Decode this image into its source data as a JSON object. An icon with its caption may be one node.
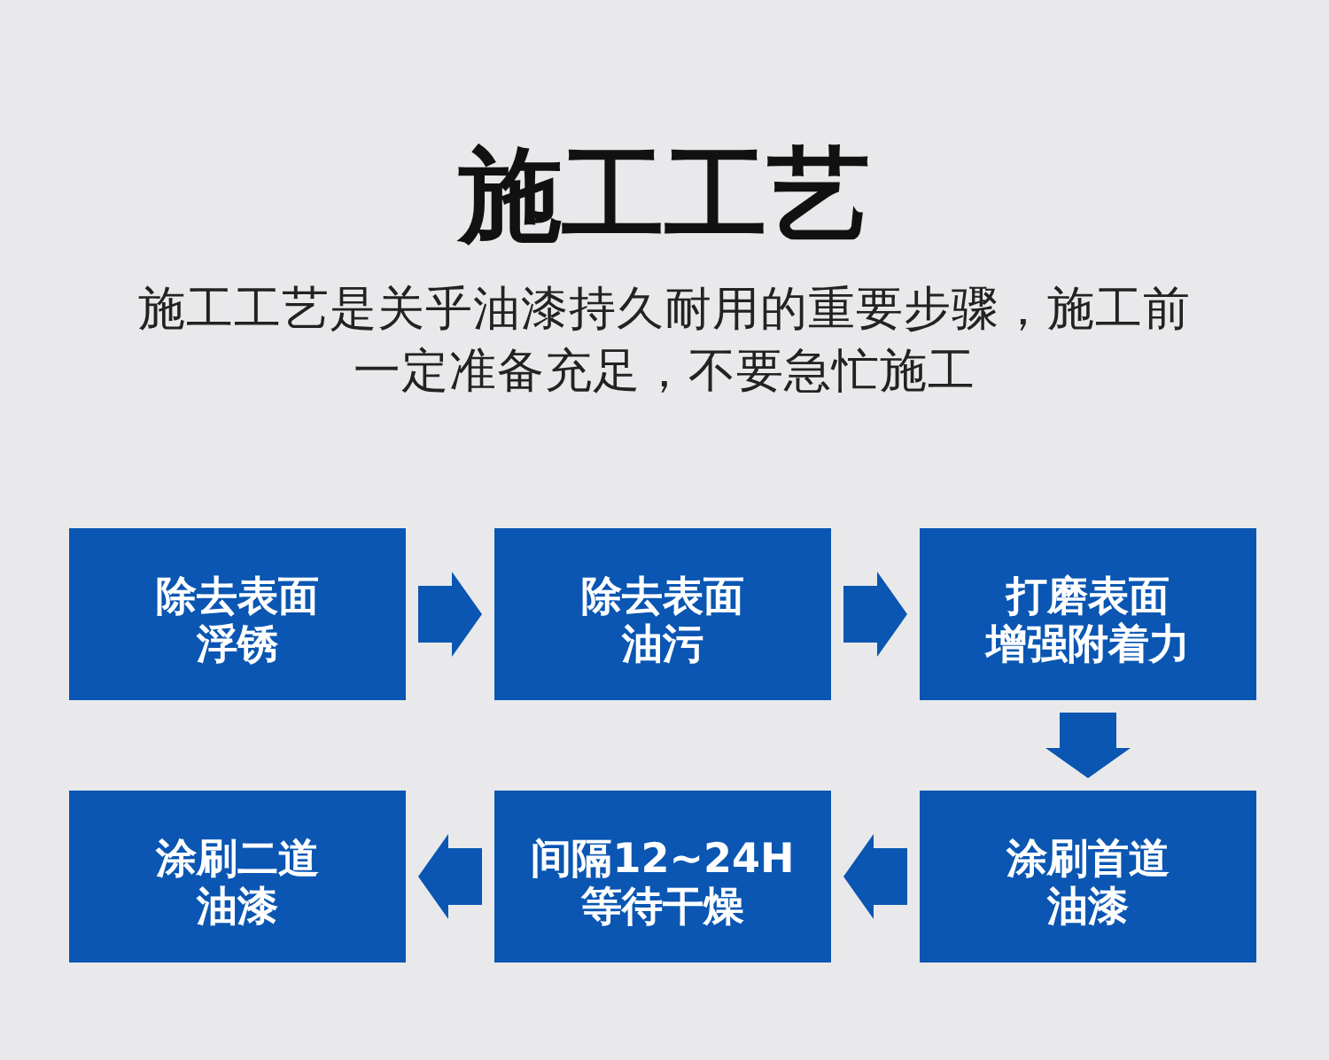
{
  "diagram": {
    "title": "施工工艺",
    "nodes": [
      {
        "text": [
          "除去表面",
          "浮锈"
        ]
      },
      {
        "text": [
          "除去表面",
          "油污"
        ]
      },
      {
        "text": [
          "打磨表面",
          "增强附着力"
        ]
      },
      {
        "text": [
          "涂刷二道",
          "油漆"
        ]
      },
      {
        "text": [
          "间隔12~24H",
          "等待干燥"
        ]
      },
      {
        "text": [
          "涂刷首道",
          "油漆"
        ]
      }
    ],
    "edges": [
      {
        "from": 0,
        "to": 1,
        "arrow": "to"
      },
      {
        "from": 1,
        "to": 2,
        "arrow": "to"
      },
      {
        "from": 2,
        "to": 5,
        "arrow": "to"
      },
      {
        "from": 5,
        "to": 4,
        "arrow": "to"
      },
      {
        "from": 4,
        "to": 3,
        "arrow": "to"
      }
    ],
    "labels": [
      "施工工艺是关乎油漆持久耐用的重要步骤，施工前一定准备充足，不要急忙施工"
    ]
  }
}
